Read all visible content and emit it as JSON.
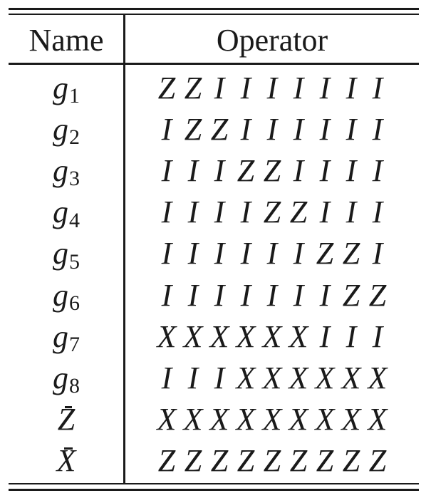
{
  "table": {
    "headers": {
      "name": "Name",
      "operator": "Operator"
    },
    "rows": [
      {
        "name": "g",
        "sub": "1",
        "bar": false,
        "operator": [
          "Z",
          "Z",
          "I",
          "I",
          "I",
          "I",
          "I",
          "I",
          "I"
        ]
      },
      {
        "name": "g",
        "sub": "2",
        "bar": false,
        "operator": [
          "I",
          "Z",
          "Z",
          "I",
          "I",
          "I",
          "I",
          "I",
          "I"
        ]
      },
      {
        "name": "g",
        "sub": "3",
        "bar": false,
        "operator": [
          "I",
          "I",
          "I",
          "Z",
          "Z",
          "I",
          "I",
          "I",
          "I"
        ]
      },
      {
        "name": "g",
        "sub": "4",
        "bar": false,
        "operator": [
          "I",
          "I",
          "I",
          "I",
          "Z",
          "Z",
          "I",
          "I",
          "I"
        ]
      },
      {
        "name": "g",
        "sub": "5",
        "bar": false,
        "operator": [
          "I",
          "I",
          "I",
          "I",
          "I",
          "I",
          "Z",
          "Z",
          "I"
        ]
      },
      {
        "name": "g",
        "sub": "6",
        "bar": false,
        "operator": [
          "I",
          "I",
          "I",
          "I",
          "I",
          "I",
          "I",
          "Z",
          "Z"
        ]
      },
      {
        "name": "g",
        "sub": "7",
        "bar": false,
        "operator": [
          "X",
          "X",
          "X",
          "X",
          "X",
          "X",
          "I",
          "I",
          "I"
        ]
      },
      {
        "name": "g",
        "sub": "8",
        "bar": false,
        "operator": [
          "I",
          "I",
          "I",
          "X",
          "X",
          "X",
          "X",
          "X",
          "X"
        ]
      },
      {
        "name": "Z",
        "sub": "",
        "bar": true,
        "operator": [
          "X",
          "X",
          "X",
          "X",
          "X",
          "X",
          "X",
          "X",
          "X"
        ]
      },
      {
        "name": "X",
        "sub": "",
        "bar": true,
        "operator": [
          "Z",
          "Z",
          "Z",
          "Z",
          "Z",
          "Z",
          "Z",
          "Z",
          "Z"
        ]
      }
    ]
  }
}
